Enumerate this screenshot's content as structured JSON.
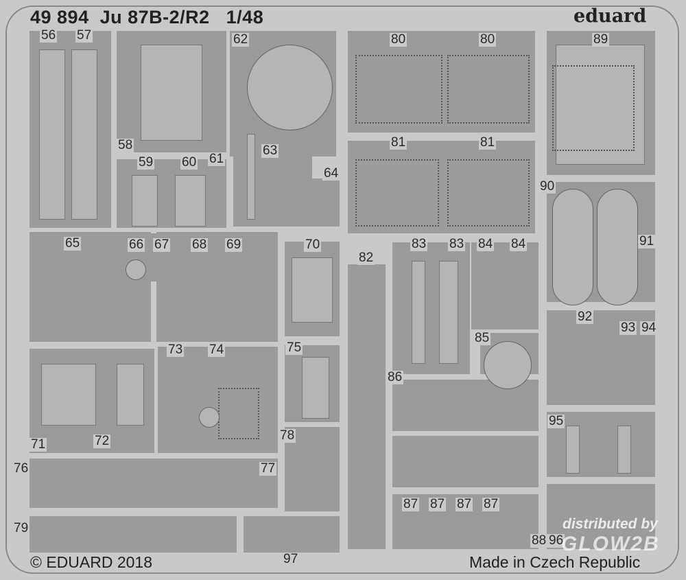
{
  "header": {
    "title": "49 894  Ju 87B-2/R2   1/48",
    "brand": "eduard"
  },
  "footer": {
    "copyright": "© EDUARD 2018",
    "origin": "Made in Czech Republic"
  },
  "watermark": {
    "line1": "distributed by",
    "line2": "GLOW2B"
  },
  "part_labels": [
    "56",
    "57",
    "58",
    "59",
    "60",
    "61",
    "62",
    "63",
    "64",
    "65",
    "66",
    "67",
    "68",
    "69",
    "70",
    "71",
    "72",
    "73",
    "74",
    "75",
    "76",
    "77",
    "78",
    "79",
    "80",
    "80",
    "81",
    "81",
    "82",
    "83",
    "83",
    "84",
    "84",
    "85",
    "86",
    "87",
    "87",
    "87",
    "87",
    "88",
    "89",
    "90",
    "91",
    "92",
    "93",
    "94",
    "95",
    "96",
    "97"
  ]
}
